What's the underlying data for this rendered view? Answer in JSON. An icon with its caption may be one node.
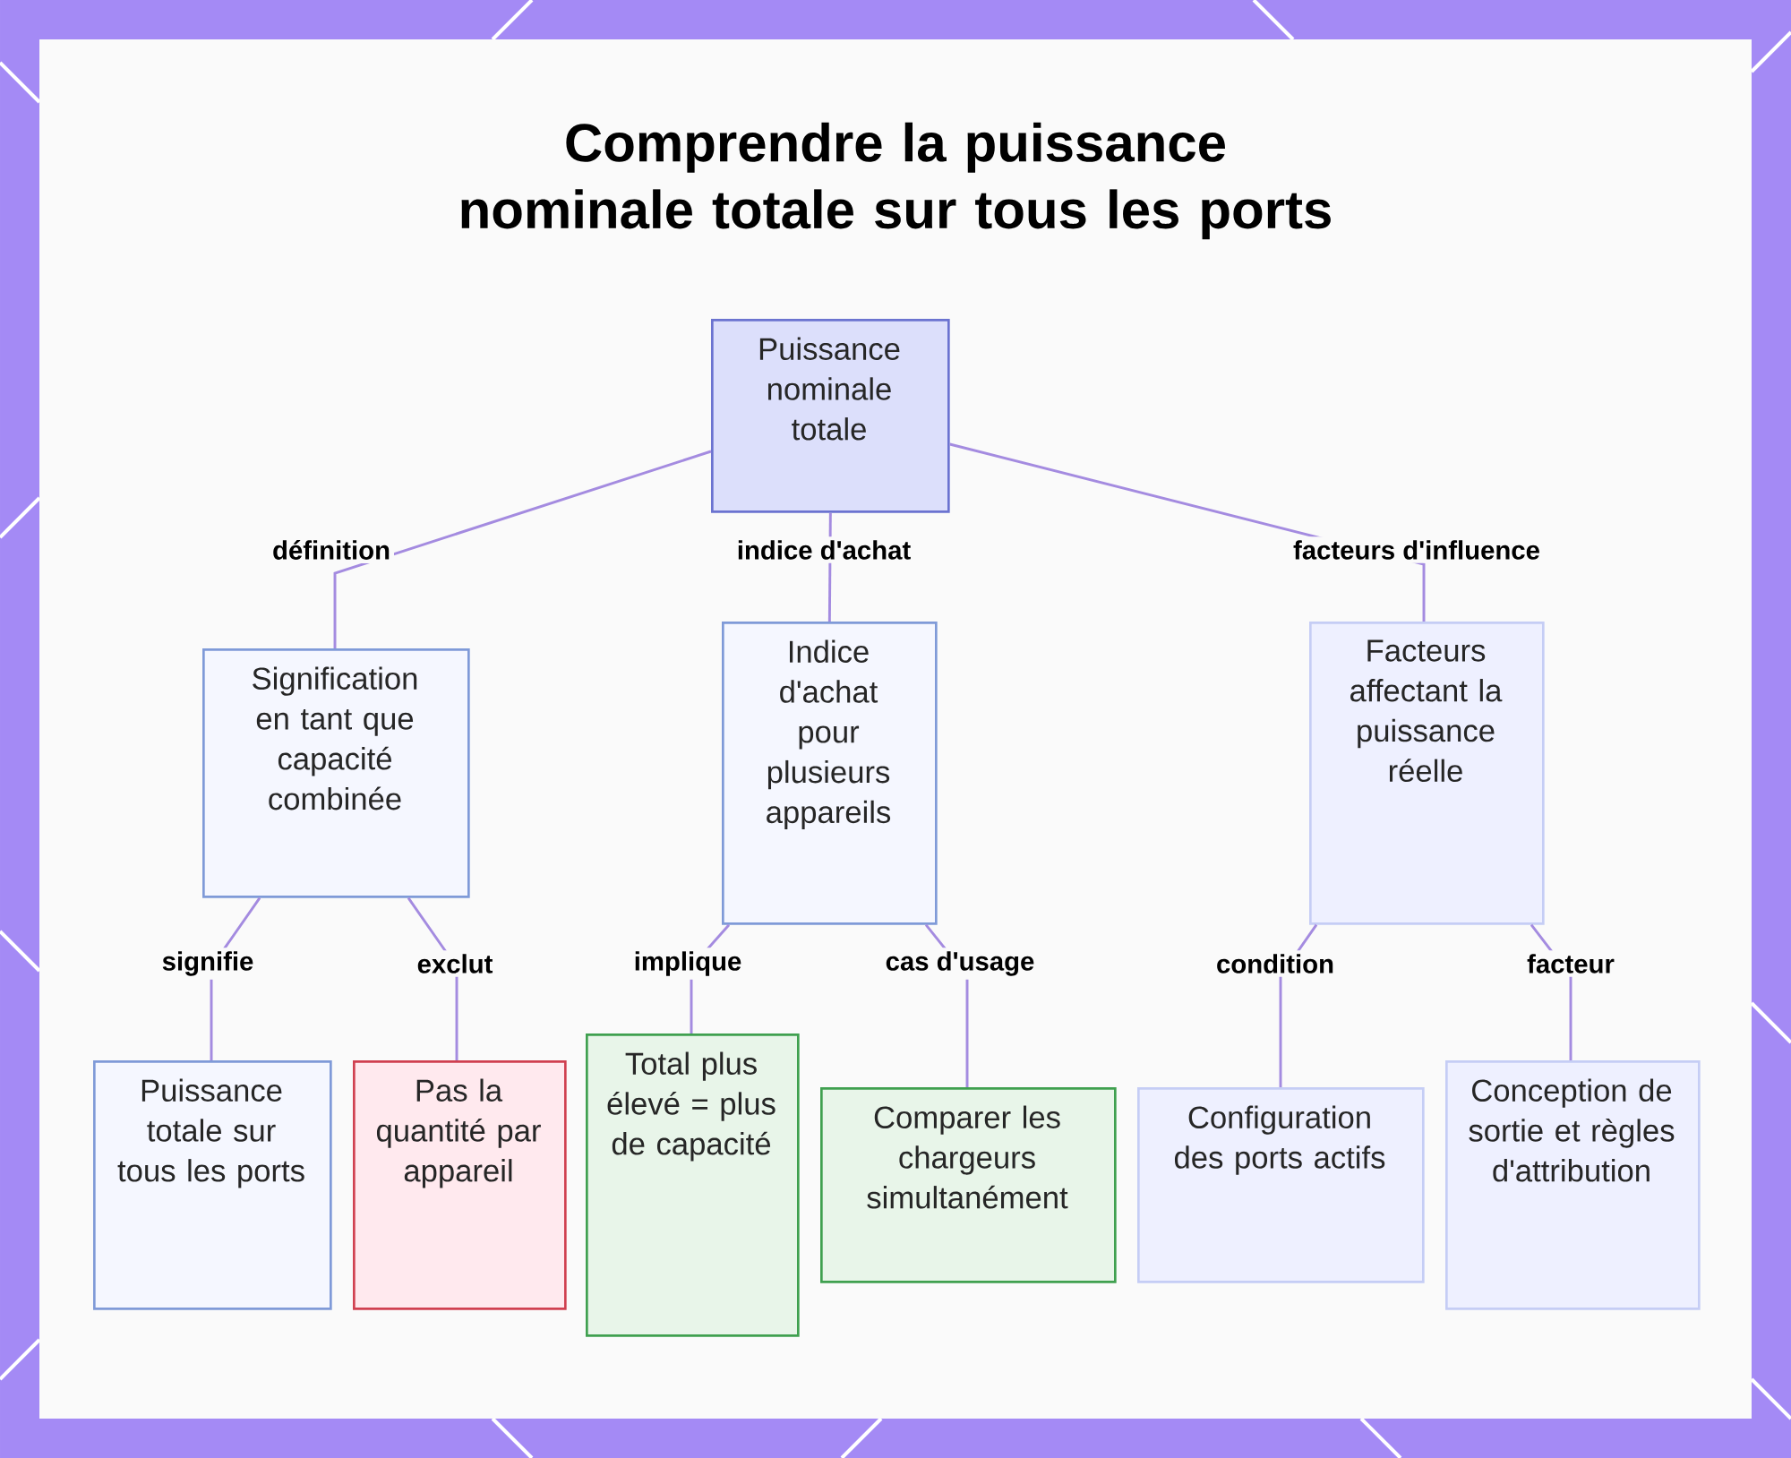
{
  "diagram": {
    "title": "Comprendre la puissance nominale totale sur tous les ports",
    "nodes": [
      {
        "text": [
          "Puissance nominale totale"
        ]
      },
      {
        "text": [
          "Signification en tant que capacité combinée"
        ]
      },
      {
        "text": [
          "Indice d'achat pour plusieurs appareils"
        ]
      },
      {
        "text": [
          "Facteurs affectant la puissance réelle"
        ]
      },
      {
        "text": [
          "Puissance totale sur tous les ports"
        ]
      },
      {
        "text": [
          "Pas la quantité par appareil"
        ]
      },
      {
        "text": [
          "Total plus élevé = plus de capacité"
        ]
      },
      {
        "text": [
          "Comparer les chargeurs simultanément"
        ]
      },
      {
        "text": [
          "Configuration des ports actifs"
        ]
      },
      {
        "text": [
          "Conception de sortie et règles d'attribution"
        ]
      }
    ],
    "edges": [
      {
        "from": 0,
        "to": 1,
        "arrow": "none",
        "label": "définition"
      },
      {
        "from": 0,
        "to": 2,
        "arrow": "none",
        "label": "indice d'achat"
      },
      {
        "from": 0,
        "to": 3,
        "arrow": "none",
        "label": "facteurs d'influence"
      },
      {
        "from": 1,
        "to": 4,
        "arrow": "none",
        "label": "signifie"
      },
      {
        "from": 1,
        "to": 5,
        "arrow": "none",
        "label": "exclut"
      },
      {
        "from": 2,
        "to": 6,
        "arrow": "none",
        "label": "implique"
      },
      {
        "from": 2,
        "to": 7,
        "arrow": "none",
        "label": "cas d'usage"
      },
      {
        "from": 3,
        "to": 8,
        "arrow": "none",
        "label": "condition"
      },
      {
        "from": 3,
        "to": 9,
        "arrow": "none",
        "label": "facteur"
      }
    ]
  }
}
